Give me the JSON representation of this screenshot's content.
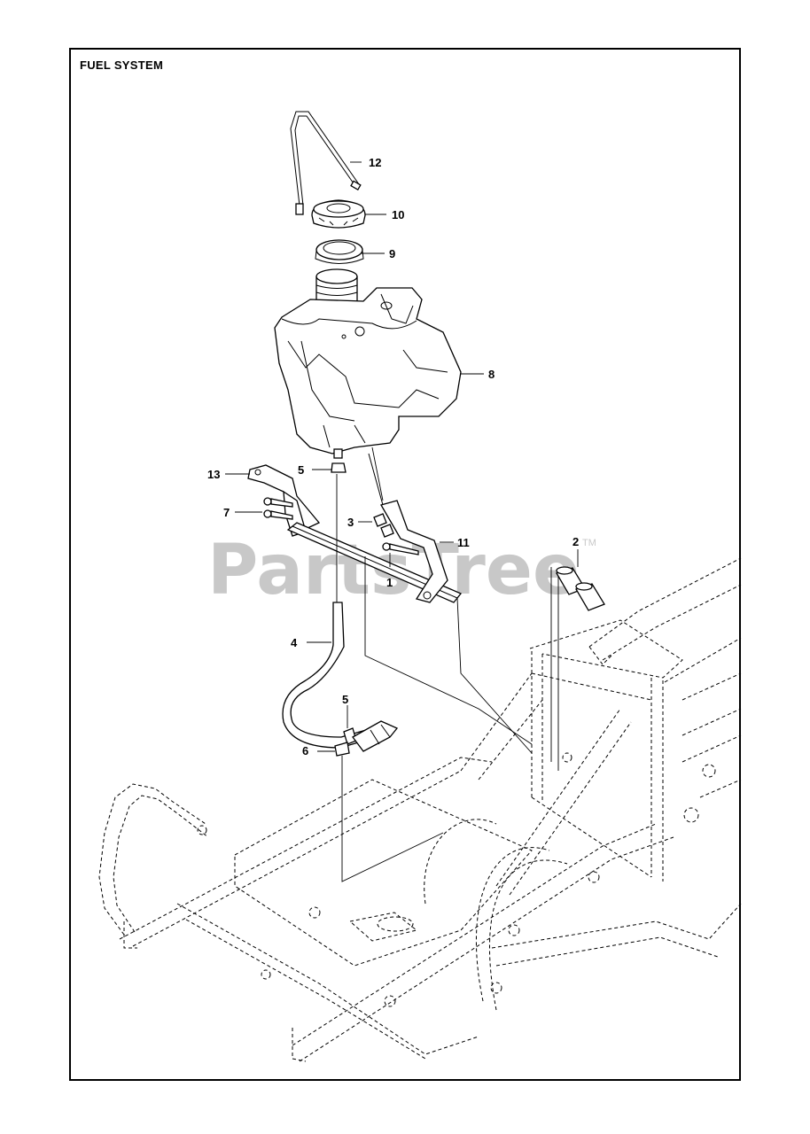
{
  "title": "FUEL SYSTEM",
  "watermark": {
    "text": "PartsTree",
    "trademark": "TM"
  },
  "callouts": [
    "12",
    "10",
    "9",
    "8",
    "5",
    "13",
    "7",
    "3",
    "11",
    "2",
    "1",
    "4",
    "5",
    "6"
  ],
  "colors": {
    "line": "#000000",
    "watermark": "#c8c8c8",
    "background": "#ffffff"
  }
}
